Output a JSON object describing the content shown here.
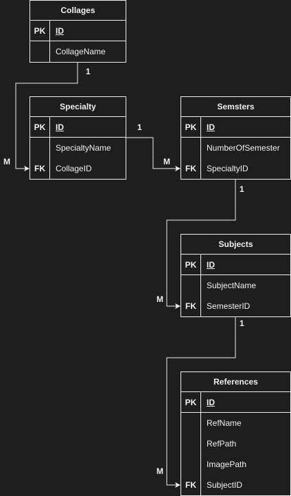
{
  "tables": {
    "collages": {
      "title": "Collages",
      "pk": {
        "key": "PK",
        "name": "ID"
      },
      "fields": [
        {
          "key": "",
          "name": "CollageName"
        }
      ]
    },
    "specialty": {
      "title": "Specialty",
      "pk": {
        "key": "PK",
        "name": "ID"
      },
      "fields": [
        {
          "key": "",
          "name": "SpecialtyName"
        },
        {
          "key": "FK",
          "name": "CollageID"
        }
      ]
    },
    "semsters": {
      "title": "Semsters",
      "pk": {
        "key": "PK",
        "name": "ID"
      },
      "fields": [
        {
          "key": "",
          "name": "NumberOfSemester"
        },
        {
          "key": "FK",
          "name": "SpecialtyID"
        }
      ]
    },
    "subjects": {
      "title": "Subjects",
      "pk": {
        "key": "PK",
        "name": "ID"
      },
      "fields": [
        {
          "key": "",
          "name": "SubjectName"
        },
        {
          "key": "FK",
          "name": "SemesterID"
        }
      ]
    },
    "references": {
      "title": "References",
      "pk": {
        "key": "PK",
        "name": "ID"
      },
      "fields": [
        {
          "key": "",
          "name": "RefName"
        },
        {
          "key": "",
          "name": "RefPath"
        },
        {
          "key": "",
          "name": "ImagePath"
        },
        {
          "key": "FK",
          "name": "SubjectID"
        }
      ]
    }
  },
  "relations": [
    {
      "from": "collages",
      "to": "specialty",
      "from_card": "1",
      "to_card": "M"
    },
    {
      "from": "specialty",
      "to": "semsters",
      "from_card": "1",
      "to_card": "M"
    },
    {
      "from": "semsters",
      "to": "subjects",
      "from_card": "1",
      "to_card": "M"
    },
    {
      "from": "subjects",
      "to": "references",
      "from_card": "1",
      "to_card": "M"
    }
  ],
  "colors": {
    "background": "#1e1e1e",
    "stroke": "#f0f0f0"
  }
}
